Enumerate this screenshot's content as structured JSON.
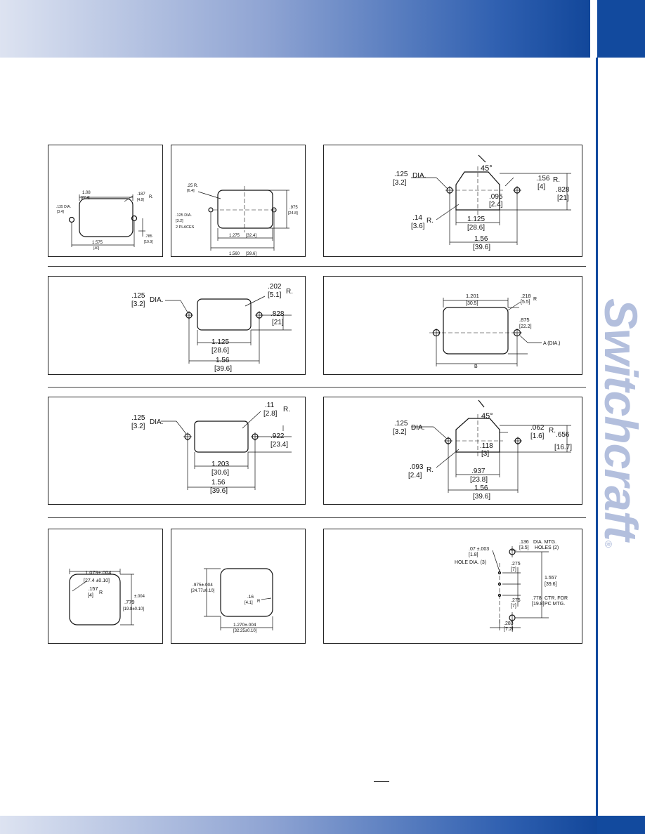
{
  "brand": {
    "name": "Switchcraft",
    "registered": "®"
  },
  "colors": {
    "accent": "#124a9e",
    "band_light": "#dde3f1"
  },
  "drawings": {
    "d1": {
      "width": "1.08",
      "width_mm": "[27.4]",
      "radius": ".187",
      "radius_mm": "[4.8]",
      "r_label": "R.",
      "hole": ".135 DIA.",
      "hole_mm": "[3.4]",
      "span": "1.575",
      "span_mm": "[40]",
      "offset": ".785",
      "offset_mm": "[19.9]"
    },
    "d2": {
      "radius": ".25 R.",
      "radius_mm": "[6.4]",
      "hole": ".125 DIA.",
      "hole_mm": "[3.2]",
      "hole_note": "2 PLACES",
      "height": ".975",
      "height_mm": "[24.8]",
      "width": "1.275",
      "width_mm": "[32.4]",
      "span": "1.560",
      "span_mm": "[39.6]"
    },
    "d3": {
      "angle": "45°",
      "hole": ".125",
      "hole_mm": "[3.2]",
      "dia": "DIA.",
      "r_top": ".156",
      "r_top_mm": "[4]",
      "r_label": "R.",
      "chamfer": ".095",
      "chamfer_mm": "[2.4]",
      "height": ".828",
      "height_mm": "[21]",
      "r_bot": ".14",
      "r_bot_mm": "[3.6]",
      "width": "1.125",
      "width_mm": "[28.6]",
      "span": "1.56",
      "span_mm": "[39.6]"
    },
    "d4": {
      "hole": ".125",
      "hole_mm": "[3.2]",
      "dia": "DIA.",
      "radius": ".202",
      "radius_mm": "[5.1]",
      "r_label": "R.",
      "height": ".828",
      "height_mm": "[21]",
      "width": "1.125",
      "width_mm": "[28.6]",
      "span": "1.56",
      "span_mm": "[39.6]"
    },
    "d5": {
      "width": "1.201",
      "width_mm": "[30.5]",
      "radius": ".218",
      "radius_mm": "[5.5]",
      "r_label": "R",
      "height": ".875",
      "height_mm": "[22.2]",
      "hole": "A (DIA.)",
      "span": "B"
    },
    "d6": {
      "hole": ".125",
      "hole_mm": "[3.2]",
      "dia": "DIA.",
      "radius": ".11",
      "radius_mm": "[2.8]",
      "r_label": "R.",
      "height": ".922",
      "height_mm": "[23.4]",
      "width": "1.203",
      "width_mm": "[30.6]",
      "span": "1.56",
      "span_mm": "[39.6]"
    },
    "d7": {
      "angle": "45°",
      "hole": ".125",
      "hole_mm": "[3.2]",
      "dia": "DIA.",
      "r_top": ".062",
      "r_top_mm": "[1.6]",
      "r_label": "R.",
      "chamfer": ".118",
      "chamfer_mm": "[3]",
      "height": ".656",
      "height_mm": "[16.7]",
      "r_bot": ".093",
      "r_bot_mm": "[2.4]",
      "width": ".937",
      "width_mm": "[23.8]",
      "span": "1.56",
      "span_mm": "[39.6]"
    },
    "d8": {
      "width": "1.079±.004",
      "width_mm": "[27.4 ±0.10]",
      "radius": ".157",
      "radius_mm": "[4]",
      "r_label": "R",
      "height": ".779",
      "height_tol": "±.004",
      "height_mm": "[19.8±0.10]"
    },
    "d9": {
      "height": ".975±.004",
      "height_mm": "[24.77±0.10]",
      "radius": ".16",
      "radius_mm": "[4.1]",
      "r_label": "R",
      "width": "1.270±.004",
      "width_mm": "[32.25±0.10]"
    },
    "d10": {
      "hole": ".07 ±.003",
      "hole_mm": "[1.8]",
      "hole_note": "HOLE DIA. (3)",
      "mtg": ".136",
      "mtg_mm": "[3.5]",
      "mtg_note1": "DIA. MTG.",
      "mtg_note2": "HOLES (2)",
      "p1": ".275",
      "p1_mm": "[7]",
      "p2": ".275",
      "p2_mm": "[7]",
      "total": "1.557",
      "total_mm": "[39.6]",
      "ctr": ".778",
      "ctr_mm": "[19.8]",
      "ctr_note1": "CTR. FOR",
      "ctr_note2": "PC MTG.",
      "off": ".283",
      "off_mm": "[7.2]"
    }
  }
}
